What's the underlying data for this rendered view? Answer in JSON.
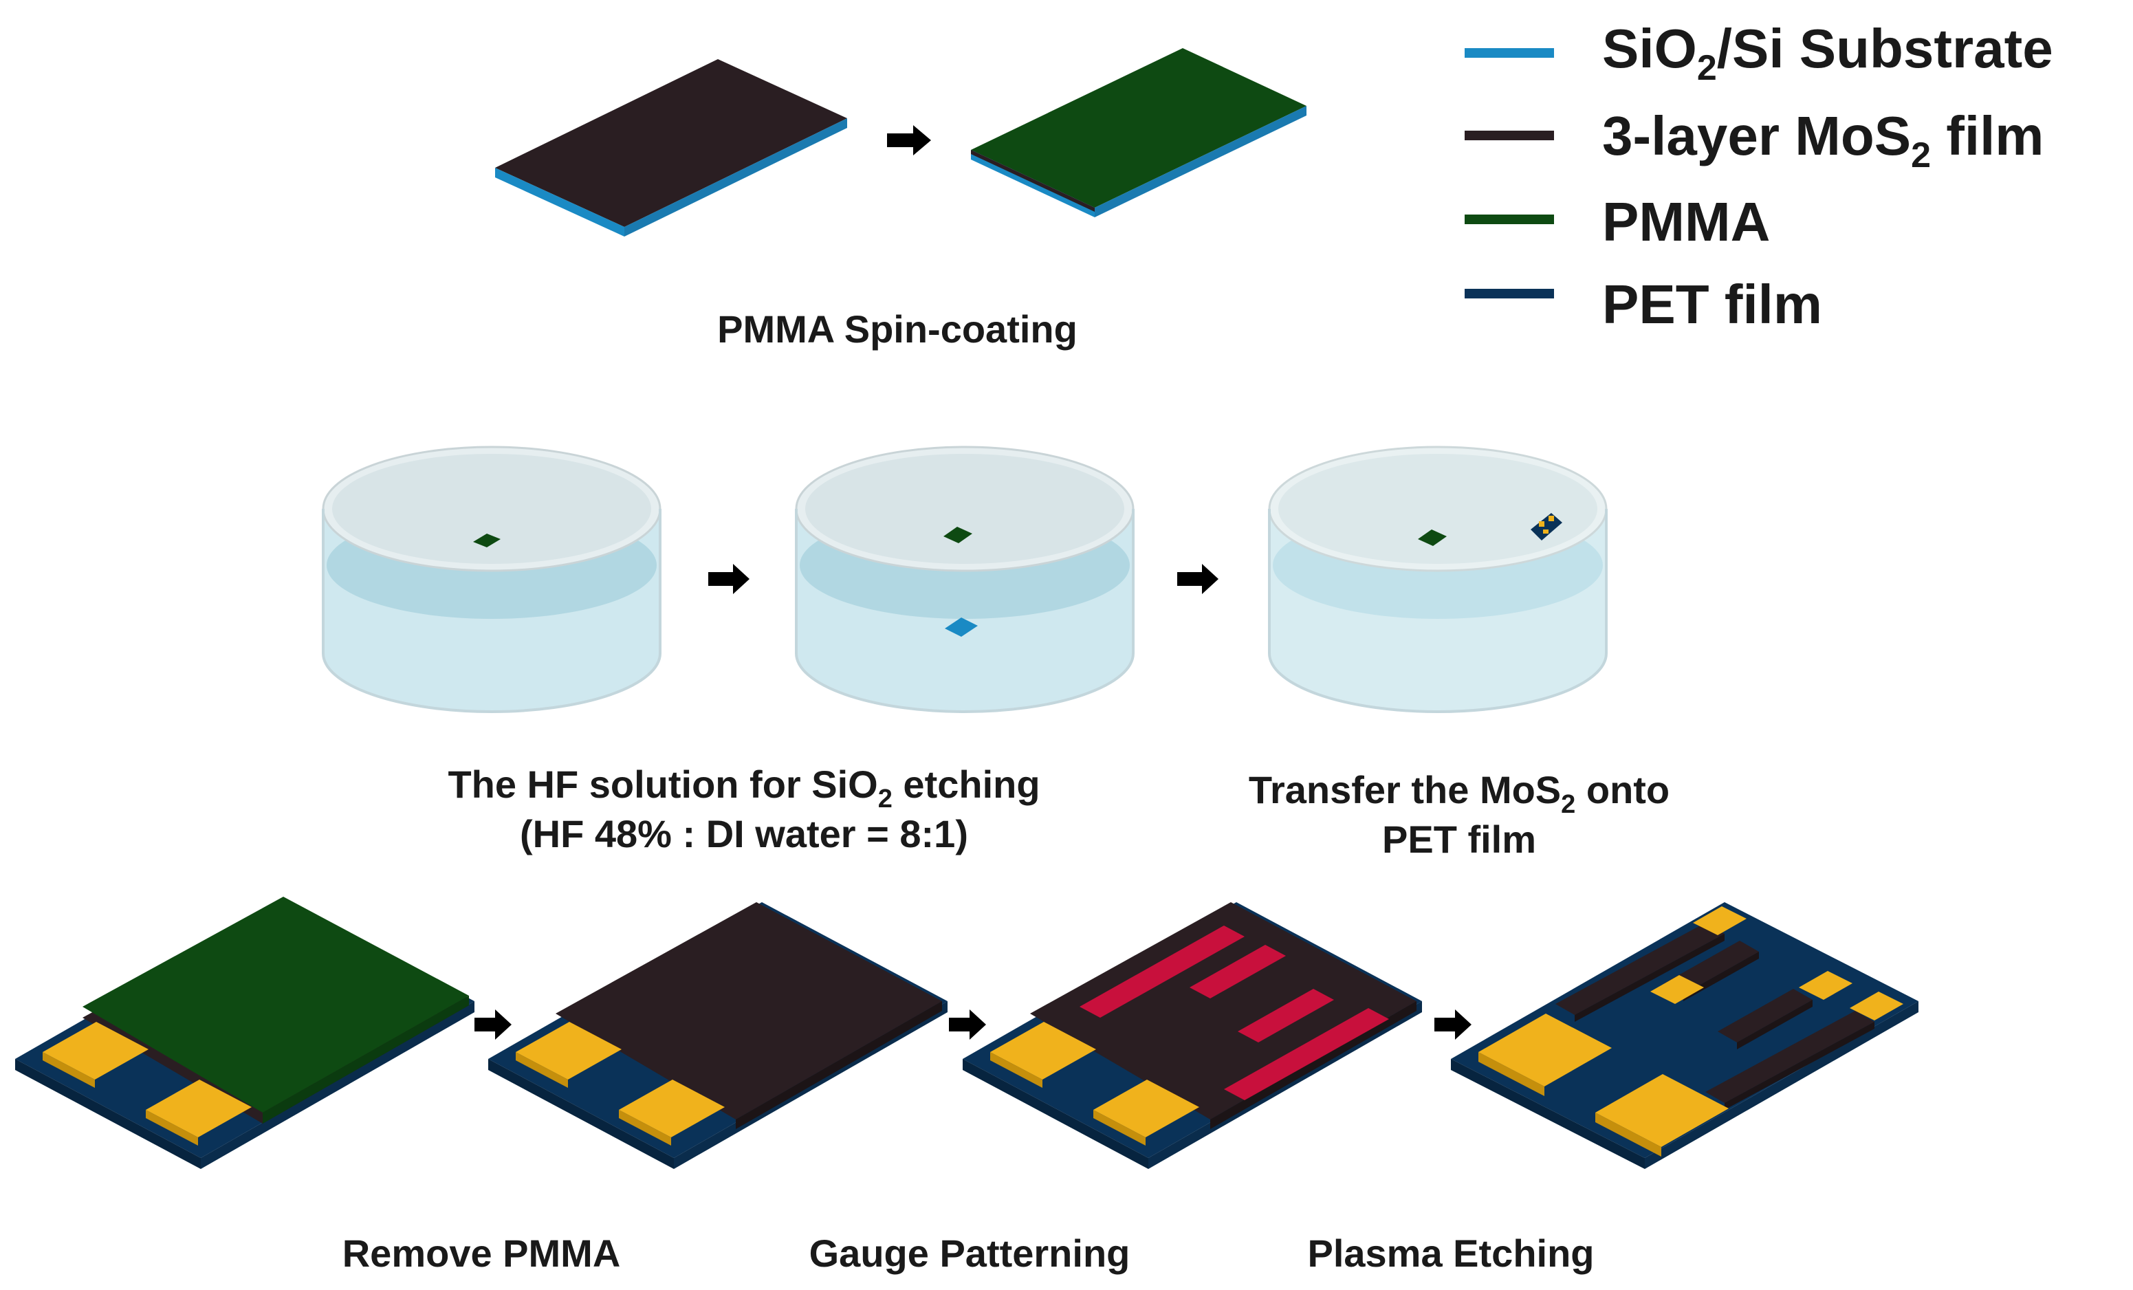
{
  "legend": [
    {
      "text": "SiO",
      "sub": "2",
      "rest": "/Si Substrate",
      "color": "#1a8ac4"
    },
    {
      "text": "3-layer MoS",
      "sub": "2",
      "rest": " film",
      "color": "#2a1e22"
    },
    {
      "text": "PMMA",
      "sub": "",
      "rest": "",
      "color": "#0e4a12"
    },
    {
      "text": "PET film",
      "sub": "",
      "rest": "",
      "color": "#0a3258"
    }
  ],
  "steps": {
    "spin_coating": "PMMA Spin-coating",
    "hf_line1_a": "The HF solution for SiO",
    "hf_line1_sub": "2",
    "hf_line1_b": " etching",
    "hf_line2": "(HF 48% : DI water = 8:1)",
    "transfer_line1_a": "Transfer the MoS",
    "transfer_line1_sub": "2",
    "transfer_line1_b": " onto",
    "transfer_line2": "PET film",
    "remove_pmma": "Remove PMMA",
    "gauge_patterning": "Gauge Patterning",
    "plasma_etching": "Plasma Etching"
  },
  "colors": {
    "substrate": "#1a8ac4",
    "mos2": "#2a1e22",
    "pmma": "#0e4a12",
    "pet": "#0a3258",
    "electrode": "#f0b21c",
    "photoresist": "#c8103c",
    "liquid": "#a9d6e3",
    "arrow": "#000000"
  }
}
